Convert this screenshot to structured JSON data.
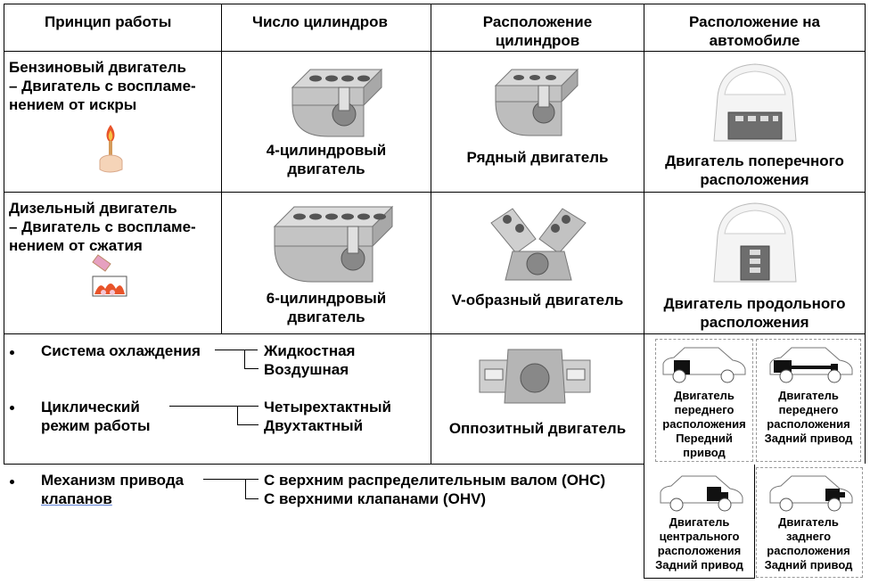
{
  "header": {
    "col1": "Принцип работы",
    "col2": "Число цилиндров",
    "col3_l1": "Расположение",
    "col3_l2": "цилиндров",
    "col4_l1": "Расположение на",
    "col4_l2": "автомобиле"
  },
  "row1": {
    "principle_l1": "Бензиновый двигатель",
    "principle_l2": "– Двигатель с воспламе-",
    "principle_l3": "нением от искры",
    "cyl_l1": "4-цилиндровый",
    "cyl_l2": "двигатель",
    "layout": "Рядный двигатель",
    "place_l1": "Двигатель поперечного",
    "place_l2": "расположения"
  },
  "row2": {
    "principle_l1": "Дизельный двигатель",
    "principle_l2": "– Двигатель с воспламе-",
    "principle_l3": "нением от сжатия",
    "cyl_l1": "6-цилиндровый",
    "cyl_l2": "двигатель",
    "layout": "V-образный двигатель",
    "place_l1": "Двигатель продольного",
    "place_l2": "расположения"
  },
  "row3": {
    "cooling_label": "Система охлаждения",
    "cooling_opt1": "Жидкостная",
    "cooling_opt2": "Воздушная",
    "cycle_l1": "Циклический",
    "cycle_l2": "режим работы",
    "cycle_opt1": "Четырехтактный",
    "cycle_opt2": "Двухтактный",
    "layout": "Оппозитный двигатель",
    "drive_a_l1": "Двигатель",
    "drive_a_l2": "переднего",
    "drive_a_l3": "расположения",
    "drive_a_l4": "Передний",
    "drive_a_l5": "привод",
    "drive_b_l1": "Двигатель",
    "drive_b_l2": "переднего",
    "drive_b_l3": "расположения",
    "drive_b_l4": "Задний привод"
  },
  "row4": {
    "valve_l1": "Механизм привода",
    "valve_l2": "клапанов",
    "valve_opt1": "С верхним распределительным валом (OHC)",
    "valve_opt2": "С верхними клапанами (OHV)",
    "drive_c_l1": "Двигатель",
    "drive_c_l2": "центрального",
    "drive_c_l3": "расположения",
    "drive_c_l4": "Задний привод",
    "drive_d_l1": "Двигатель",
    "drive_d_l2": "заднего",
    "drive_d_l3": "расположения",
    "drive_d_l4": "Задний привод"
  },
  "icons": [
    "match-icon",
    "fuel-drop-icon",
    "inline-4-engine-icon",
    "inline-6-engine-icon",
    "v-engine-icon",
    "boxer-engine-icon",
    "car-front-view-icon",
    "car-side-icon"
  ],
  "colors": {
    "border": "#000000",
    "engine_gray": "#b8b8b8",
    "engine_dark": "#555555",
    "flame": "#e8542a",
    "bullet_underline": "#5b7fd8"
  }
}
